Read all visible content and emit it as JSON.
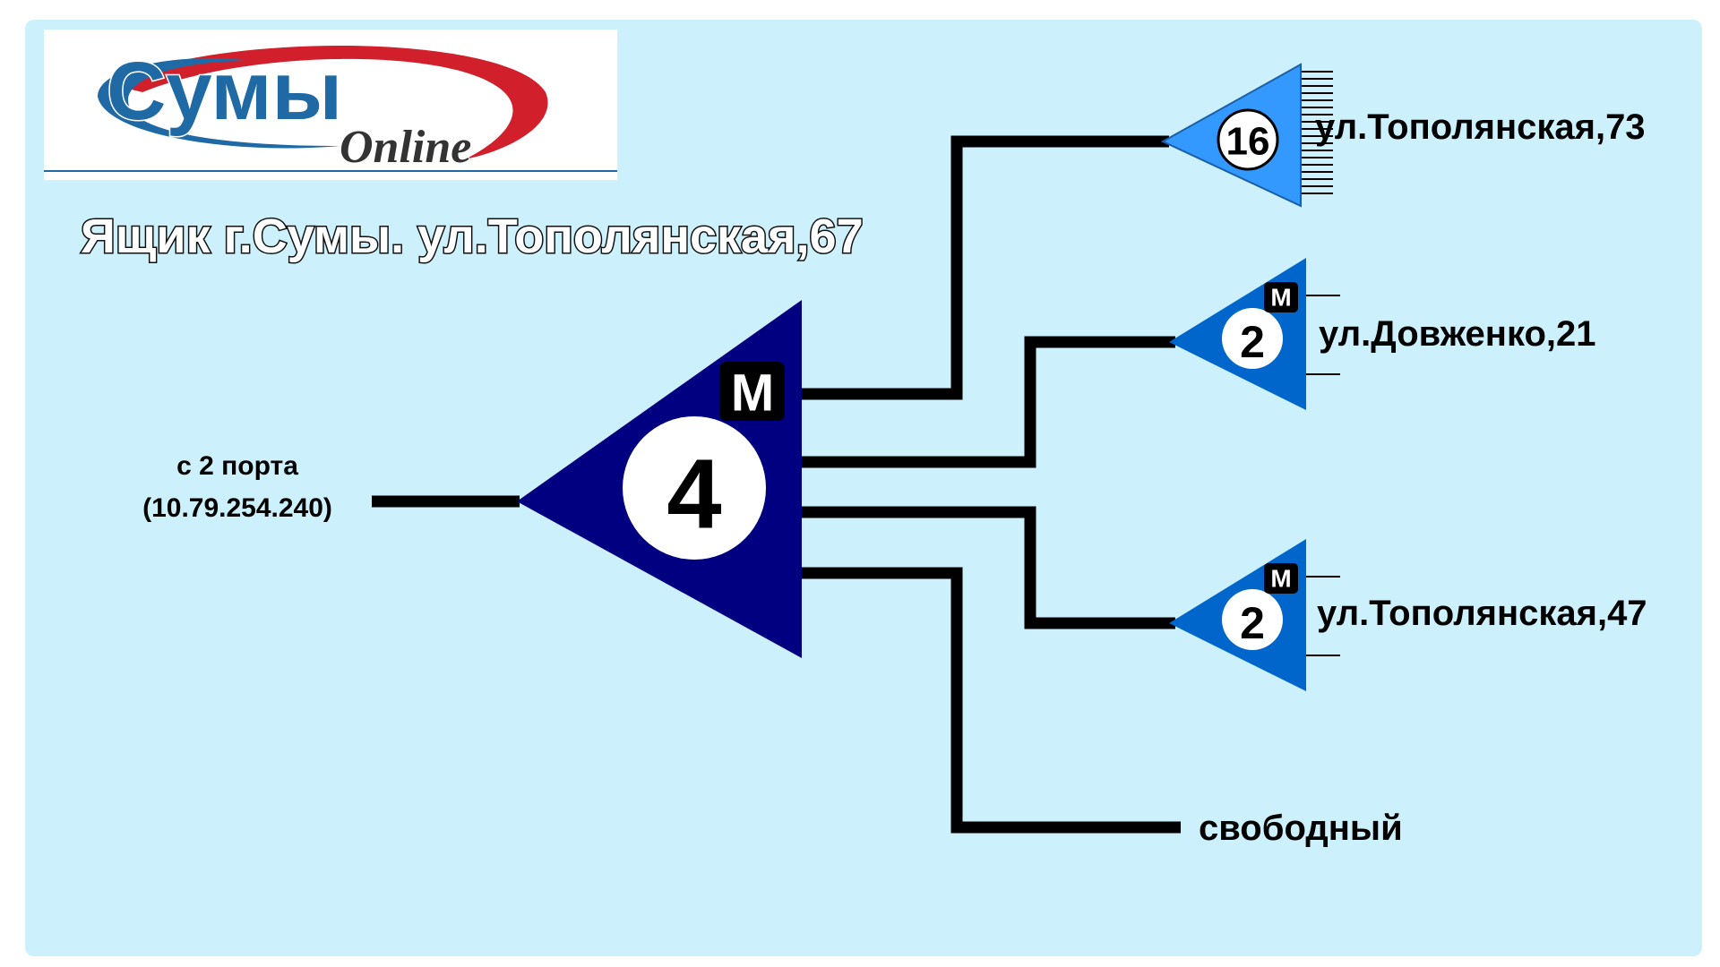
{
  "colors": {
    "panel_bg": "#cdf1fc",
    "main_splitter": "#000080",
    "splitter_16": "#3399ff",
    "splitter_2": "#0066cc",
    "wire": "#000000",
    "logo_blue": "#1f6aa5",
    "logo_red": "#d1202c"
  },
  "logo": {
    "main_text": "Сумы",
    "sub_text": "Online"
  },
  "title": "Ящик г.Сумы. ул.Тополянская,67",
  "source": {
    "line1": "с 2 порта",
    "line2": "(10.79.254.240)"
  },
  "main_splitter": {
    "ratio": "4",
    "mark": "M"
  },
  "outputs": [
    {
      "ratio": "16",
      "mark": "",
      "label": "ул.Тополянская,73"
    },
    {
      "ratio": "2",
      "mark": "M",
      "label": "ул.Довженко,21"
    },
    {
      "ratio": "2",
      "mark": "M",
      "label": "ул.Тополянская,47"
    },
    {
      "ratio": "",
      "mark": "",
      "label": "свободный"
    }
  ]
}
